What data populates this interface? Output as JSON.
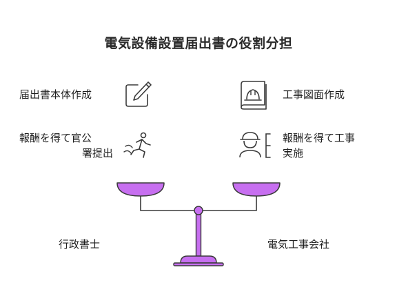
{
  "title": "電気設備設置届出書の役割分担",
  "left": {
    "role": "行政書士",
    "item1": "届出書本体作成",
    "item2_line1": "報酬を得て官公",
    "item2_line2": "署提出"
  },
  "right": {
    "role": "電気工事会社",
    "item1": "工事図面作成",
    "item2_line1": "報酬を得て工事",
    "item2_line2": "実施"
  },
  "colors": {
    "accent": "#c76ff0",
    "outline": "#3a3a3a"
  }
}
